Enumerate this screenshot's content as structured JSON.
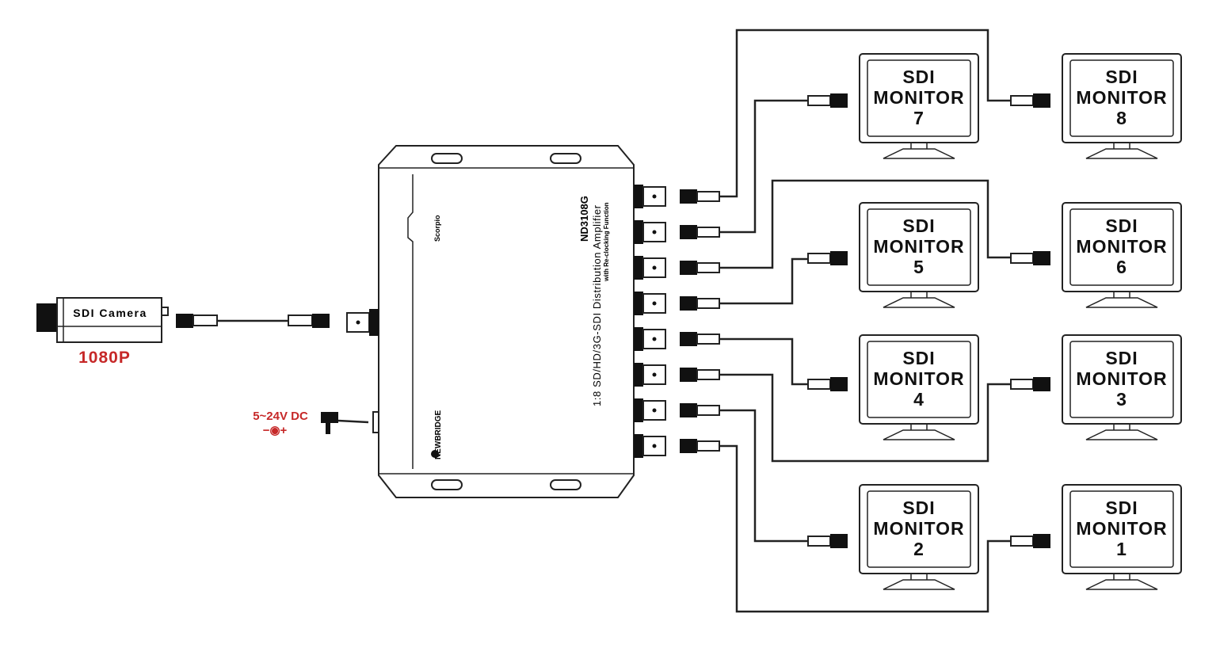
{
  "camera": {
    "label": "SDI Camera",
    "resolution": "1080P"
  },
  "power": {
    "label": "5~24V DC",
    "polarity": "−◉+"
  },
  "device": {
    "model": "ND3108G",
    "title": "1:8 SD/HD/3G-SDI Distribution Amplifier",
    "subtitle": "with Re-clocking Function",
    "series": "Scorpio",
    "brand": "NEWBRIDGE"
  },
  "monitors": [
    {
      "line1": "SDI",
      "line2": "MONITOR",
      "number": "7"
    },
    {
      "line1": "SDI",
      "line2": "MONITOR",
      "number": "8"
    },
    {
      "line1": "SDI",
      "line2": "MONITOR",
      "number": "5"
    },
    {
      "line1": "SDI",
      "line2": "MONITOR",
      "number": "6"
    },
    {
      "line1": "SDI",
      "line2": "MONITOR",
      "number": "4"
    },
    {
      "line1": "SDI",
      "line2": "MONITOR",
      "number": "3"
    },
    {
      "line1": "SDI",
      "line2": "MONITOR",
      "number": "2"
    },
    {
      "line1": "SDI",
      "line2": "MONITOR",
      "number": "1"
    }
  ],
  "colors": {
    "accent": "#c62828",
    "line": "#222222"
  }
}
